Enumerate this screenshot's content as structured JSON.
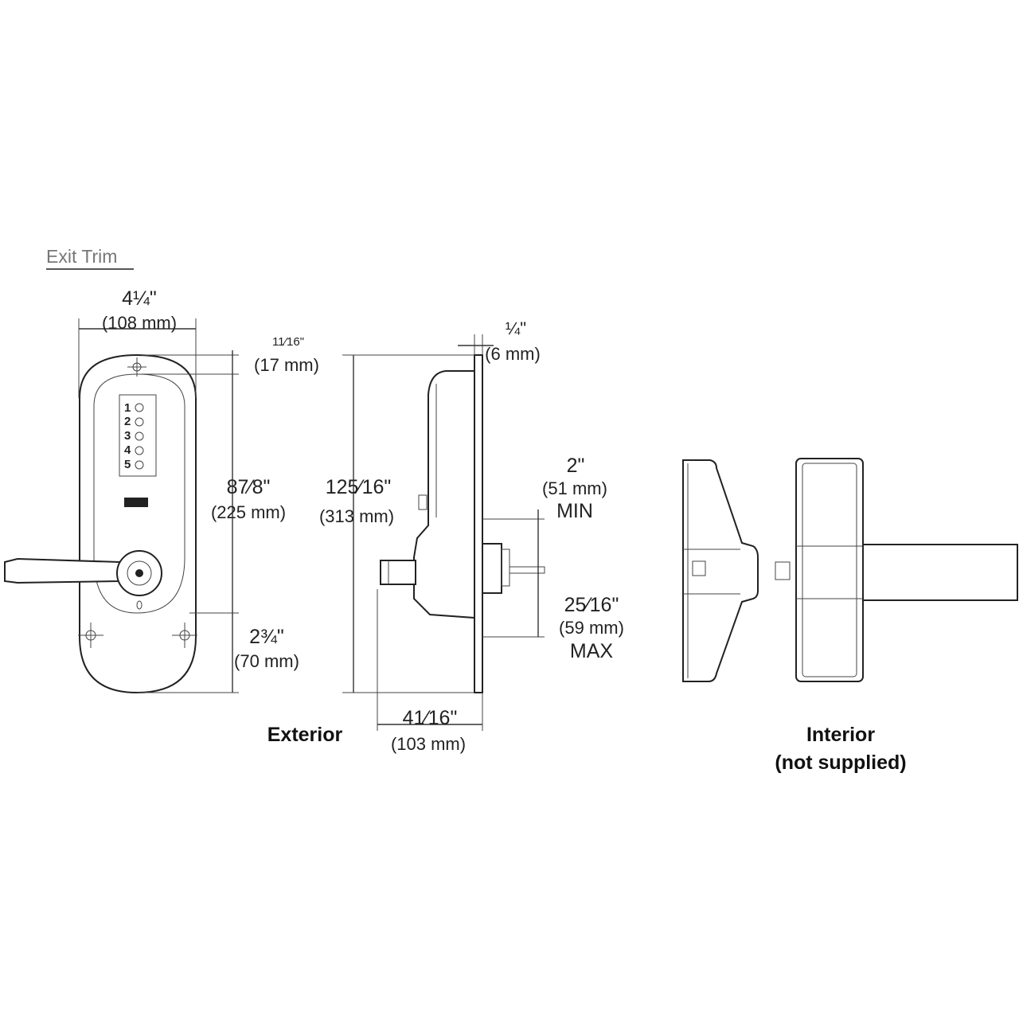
{
  "title": "Exit Trim",
  "labels": {
    "exterior": "Exterior",
    "interior_line1": "Interior",
    "interior_line2": "(not supplied)"
  },
  "dimensions": {
    "width": {
      "inch": "4¼\"",
      "mm": "(108 mm)"
    },
    "top_offset": {
      "inch": "11⁄16\"",
      "mm": "(17 mm)"
    },
    "hole_spacing": {
      "inch": "87⁄8\"",
      "mm": "(225 mm)"
    },
    "bottom_offset": {
      "inch": "2¾\"",
      "mm": "(70 mm)"
    },
    "height": {
      "inch": "125⁄16\"",
      "mm": "(313 mm)"
    },
    "plate_thickness": {
      "inch": "¼\"",
      "mm": "(6 mm)"
    },
    "door_min": {
      "inch": "2\"",
      "mm": "(51 mm)",
      "note": "MIN"
    },
    "door_max": {
      "inch": "25⁄16\"",
      "mm": "(59 mm)",
      "note": "MAX"
    },
    "projection": {
      "inch": "41⁄16\"",
      "mm": "(103 mm)"
    }
  },
  "keypad_buttons": [
    "1",
    "2",
    "3",
    "4",
    "5"
  ]
}
